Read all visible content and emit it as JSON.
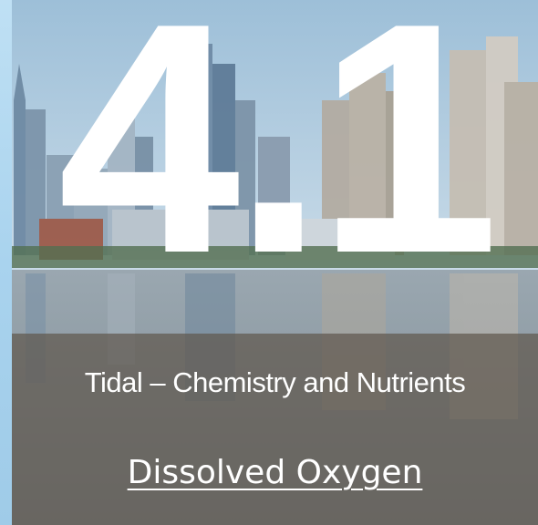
{
  "slide": {
    "section_number": "4.1",
    "subtitle": "Tidal – Chemistry and Nutrients",
    "topic_link": "Dissolved Oxygen"
  },
  "colors": {
    "sky": "#a9c7de",
    "water": "#8d9aa3",
    "band": "#5f584e",
    "text": "#ffffff",
    "accent_strip": "#a9d3ee"
  },
  "image": {
    "subject": "city skyline across river with reflections"
  }
}
